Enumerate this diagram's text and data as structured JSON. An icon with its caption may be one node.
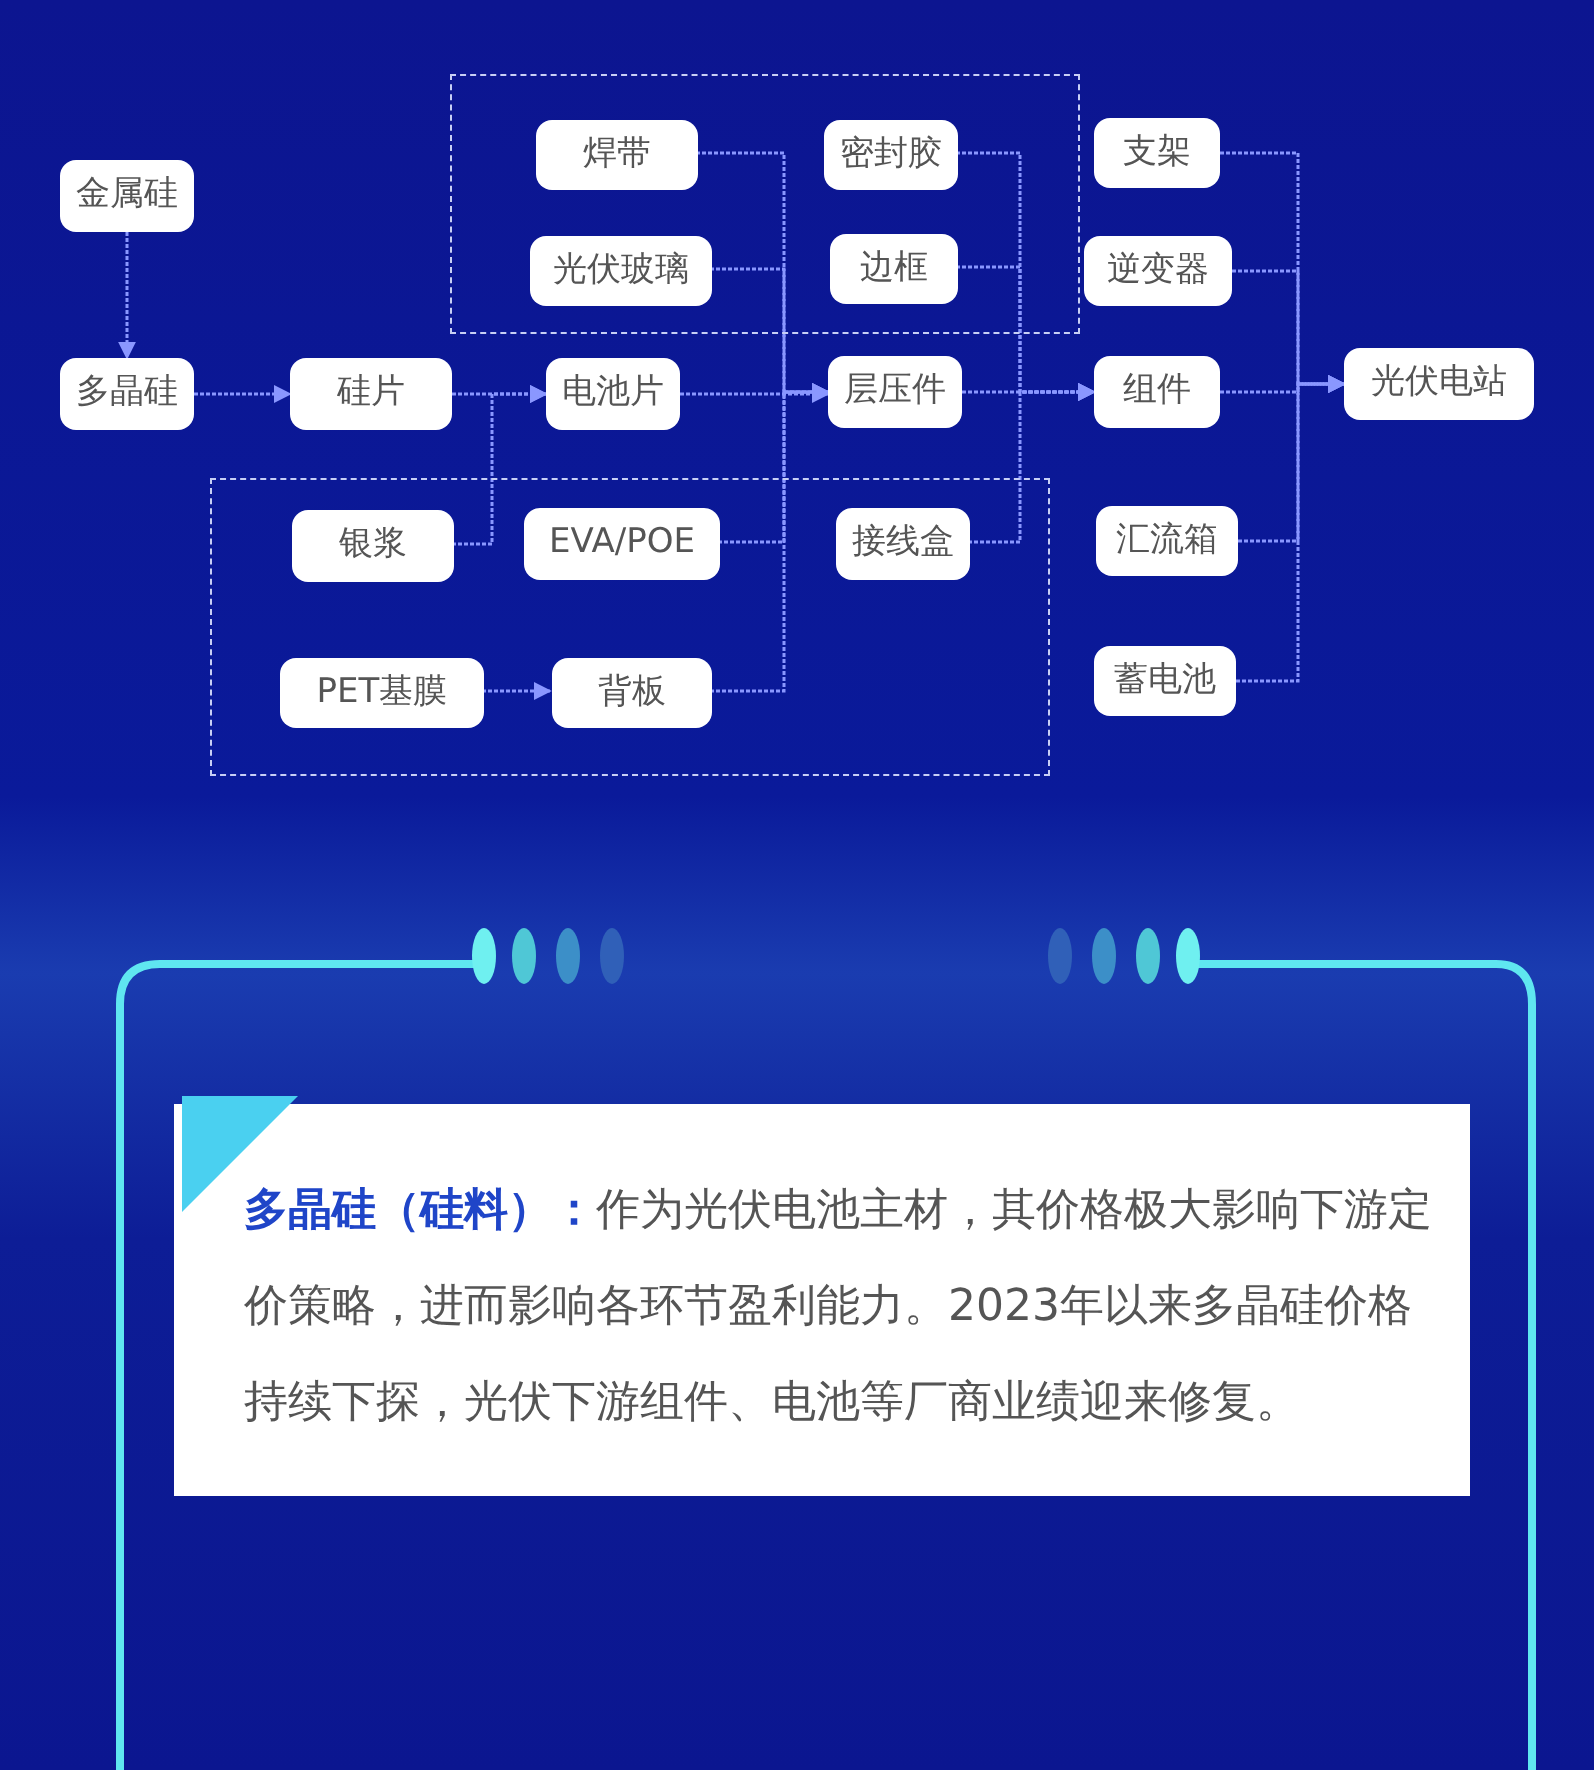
{
  "diagram": {
    "nodes": [
      {
        "text": [],
        "shape": "box"
      },
      {
        "text": [
          "焊带"
        ],
        "in": 0
      },
      {
        "text": [
          "密封胶"
        ],
        "in": 0
      },
      {
        "text": [
          "支架"
        ]
      },
      {
        "text": [
          "金属硅"
        ]
      },
      {
        "text": [
          "光伏玻璃"
        ],
        "in": 0
      },
      {
        "text": [
          "边框"
        ],
        "in": 0
      },
      {
        "text": [
          "逆变器"
        ]
      },
      {
        "text": [
          "多晶硅"
        ]
      },
      {
        "text": [
          "硅片"
        ]
      },
      {
        "text": [
          "电池片"
        ]
      },
      {
        "text": [
          "层压件"
        ]
      },
      {
        "text": [
          "组件"
        ]
      },
      {
        "text": [
          "光伏电站"
        ]
      },
      {
        "text": [],
        "shape": "box"
      },
      {
        "text": [
          "银浆"
        ],
        "in": 14
      },
      {
        "text": [
          "EVA/POE"
        ],
        "in": 14
      },
      {
        "text": [
          "接线盒"
        ],
        "in": 14
      },
      {
        "text": [
          "汇流箱"
        ]
      },
      {
        "text": [
          "PET基膜"
        ],
        "in": 14
      },
      {
        "text": [
          "背板"
        ],
        "in": 14
      },
      {
        "text": [
          "蓄电池"
        ]
      }
    ],
    "edges": [
      {
        "from": 4,
        "to": 8,
        "arrow": "to"
      },
      {
        "from": 8,
        "to": 9,
        "arrow": "to"
      },
      {
        "from": 9,
        "to": 10,
        "arrow": "to"
      },
      {
        "from": 15,
        "to": 10,
        "arrow": "to"
      },
      {
        "from": 19,
        "to": 20,
        "arrow": "to"
      },
      {
        "from": 10,
        "to": 11,
        "arrow": "to"
      },
      {
        "from": 1,
        "to": 11,
        "arrow": "to"
      },
      {
        "from": 5,
        "to": 11,
        "arrow": "to"
      },
      {
        "from": 16,
        "to": 11,
        "arrow": "to"
      },
      {
        "from": 20,
        "to": 11,
        "arrow": "to"
      },
      {
        "from": 11,
        "to": 12,
        "arrow": "to"
      },
      {
        "from": 2,
        "to": 12,
        "arrow": "to"
      },
      {
        "from": 6,
        "to": 12,
        "arrow": "to"
      },
      {
        "from": 17,
        "to": 12,
        "arrow": "to"
      },
      {
        "from": 12,
        "to": 13,
        "arrow": "to"
      },
      {
        "from": 3,
        "to": 13,
        "arrow": "to"
      },
      {
        "from": 7,
        "to": 13,
        "arrow": "to"
      },
      {
        "from": 18,
        "to": 13,
        "arrow": "to"
      },
      {
        "from": 21,
        "to": 13,
        "arrow": "to"
      }
    ],
    "labels": [
      "**多晶硅（硅料）：**作为光伏电池主材，其价格极大影响下游定价策略，进而影响各环节盈利能力。2023年以来多晶硅价格持续下探，光伏下游组件、电池等厂商业绩迎来修复。"
    ]
  }
}
